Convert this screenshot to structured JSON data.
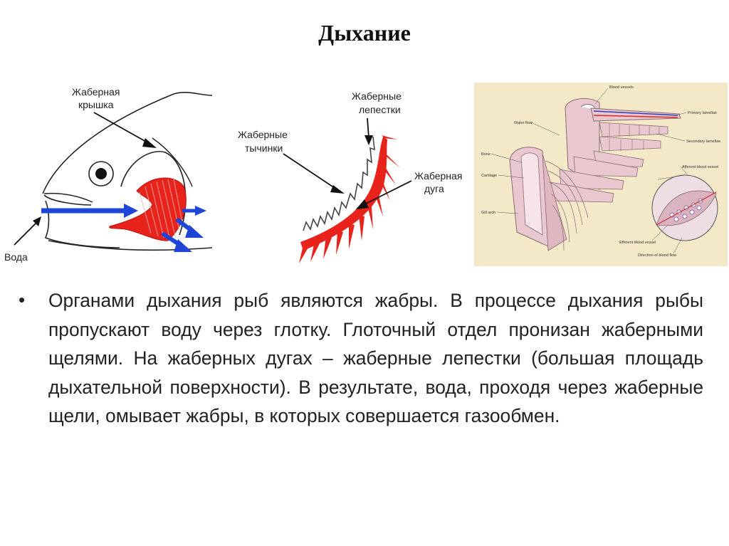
{
  "slide": {
    "title": "Дыхание",
    "body": "Органами дыхания рыб являются жабры. В процессе дыхания рыбы пропускают воду через глотку. Глоточный отдел пронизан жаберными щелями. На жаберных дугах – жаберные лепестки (большая площадь дыхательной поверхности). В результате, вода, проходя через жаберные щели, омывает жабры, в которых совершается газообмен.",
    "bullet": "•"
  },
  "figure_fish": {
    "label_operculum_1": "Жаберная",
    "label_operculum_2": "крышка",
    "label_water": "Вода"
  },
  "figure_arch": {
    "label_filaments_1": "Жаберные",
    "label_filaments_2": "лепестки",
    "label_rakers_1": "Жаберные",
    "label_rakers_2": "тычинки",
    "label_arch_1": "Жаберная",
    "label_arch_2": "дуга"
  },
  "figure_3d": {
    "blood_vessels": "Blood vessels",
    "primary_lamellae": "Primary lamellae",
    "water_flow": "Water flow",
    "secondary_lamellae": "Secondary lamellae",
    "bone": "Bone",
    "cartilage": "Cartilage",
    "afferent": "Afferent blood vessel",
    "gill_arch": "Gill arch",
    "efferent": "Efferent blood vessel",
    "direction": "Direction of blood flow"
  },
  "colors": {
    "gill_red": "#e8231c",
    "water_blue": "#1f45d6",
    "panel_bg": "#f3e9c9",
    "tissue_pink": "#e9c7cf"
  }
}
